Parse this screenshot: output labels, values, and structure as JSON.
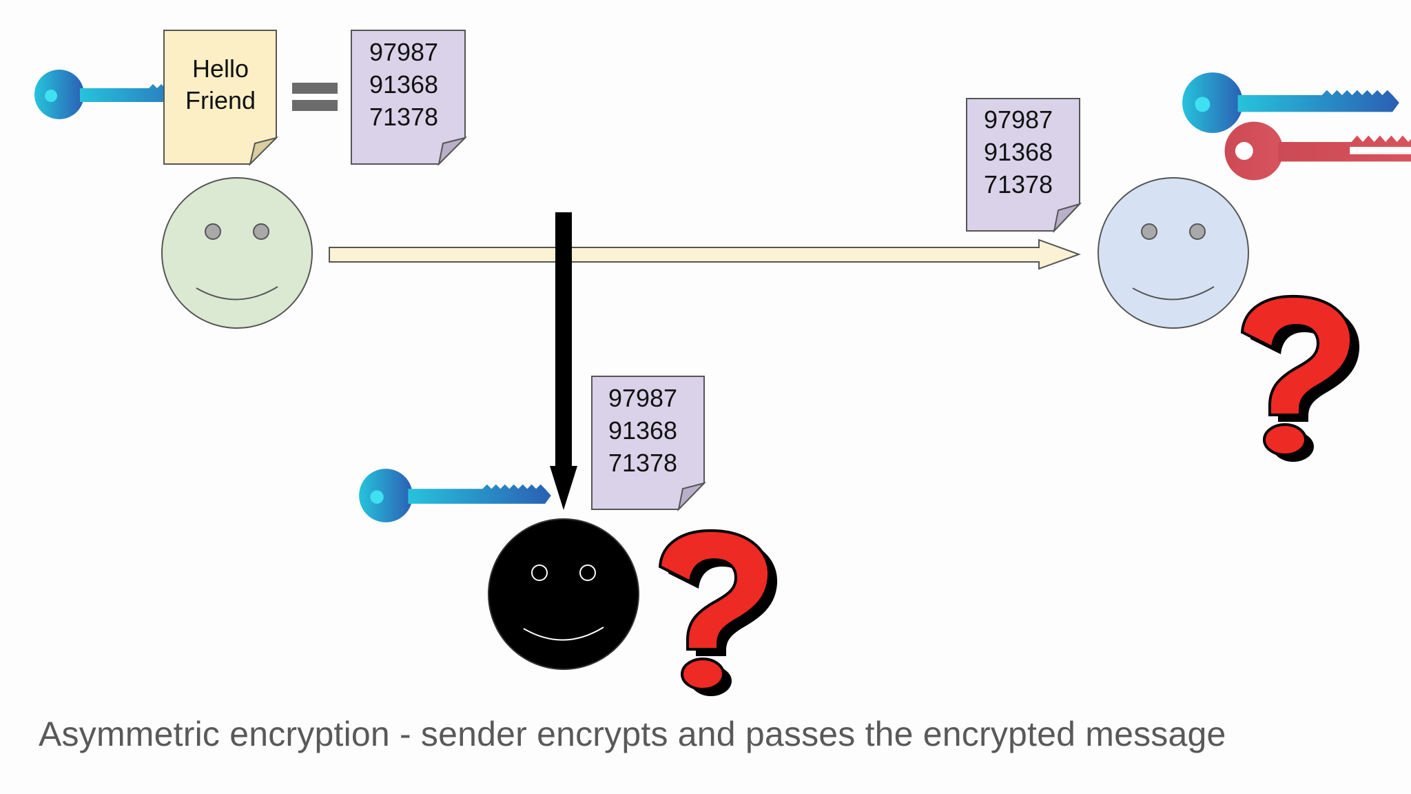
{
  "plaintext_note": {
    "line1": "Hello",
    "line2": "Friend"
  },
  "ciphertext": {
    "line1": "97987",
    "line2": "91368",
    "line3": "71378"
  },
  "caption": "Asymmetric encryption - sender encrypts and passes the encrypted message",
  "colors": {
    "public_key": "#2aa8d8",
    "private_key": "#d44a55",
    "sender_face": "#dbe8d2",
    "receiver_face": "#d6e2f3",
    "eavesdropper_face": "#000000",
    "plaintext_note": "#fcefc6",
    "cipher_note": "#d9d2e9",
    "transfer_arrow": "#fbf1d5",
    "question_mark": "#ee2a24"
  }
}
